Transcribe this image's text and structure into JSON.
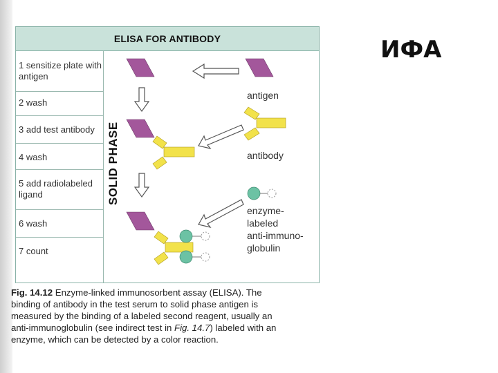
{
  "slide": {
    "heading": "ИФА"
  },
  "figure": {
    "title": "ELISA FOR ANTIBODY",
    "side_label": "SOLID PHASE",
    "steps": [
      {
        "num": "1",
        "text": "sensitize plate with antigen"
      },
      {
        "num": "2",
        "text": "wash"
      },
      {
        "num": "3",
        "text": "add test antibody"
      },
      {
        "num": "4",
        "text": "wash"
      },
      {
        "num": "5",
        "text": "add radiolabeled ligand"
      },
      {
        "num": "6",
        "text": "wash"
      },
      {
        "num": "7",
        "text": "count"
      }
    ],
    "legend": {
      "antigen": "antigen",
      "antibody": "antibody",
      "enzyme_line1": "enzyme-",
      "enzyme_line2": "labeled",
      "enzyme_line3": "anti-immuno-",
      "enzyme_line4": "globulin"
    },
    "colors": {
      "antigen": "#a3579b",
      "antibody": "#f2e24a",
      "enzyme": "#6cc2a4",
      "header_bg": "#c9e2da"
    }
  },
  "caption": {
    "fig_label": "Fig. 14.12",
    "line1_rest": " Enzyme-linked immunosorbent assay (ELISA). The",
    "line2": "binding of antibody in the test serum to solid phase antigen is",
    "line3": "measured by the binding of a labeled second reagent, usually an",
    "line4_a": "anti-immunoglobulin (see indirect test in ",
    "line4_ref": "Fig. 14.7",
    "line4_b": ") labeled with an",
    "line5": "enzyme, which can be detected by a color reaction."
  }
}
